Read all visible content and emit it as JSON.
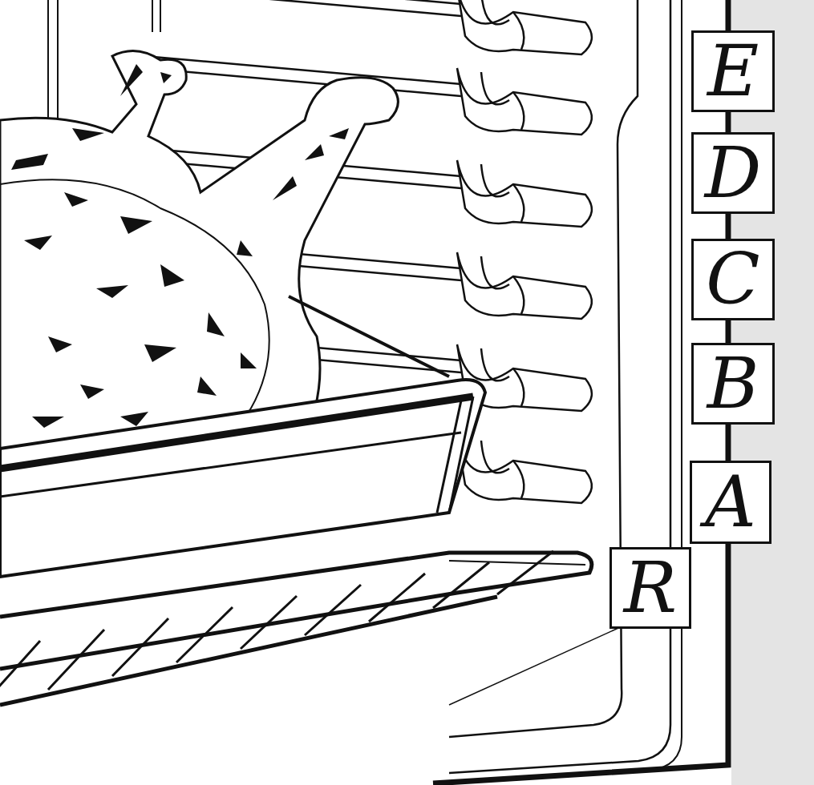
{
  "diagram": {
    "nodes": [
      {
        "text": [
          "E"
        ]
      },
      {
        "text": [
          "D"
        ]
      },
      {
        "text": [
          "C"
        ]
      },
      {
        "text": [
          "B"
        ]
      },
      {
        "text": [
          "A"
        ]
      },
      {
        "text": [
          "R"
        ]
      }
    ]
  }
}
